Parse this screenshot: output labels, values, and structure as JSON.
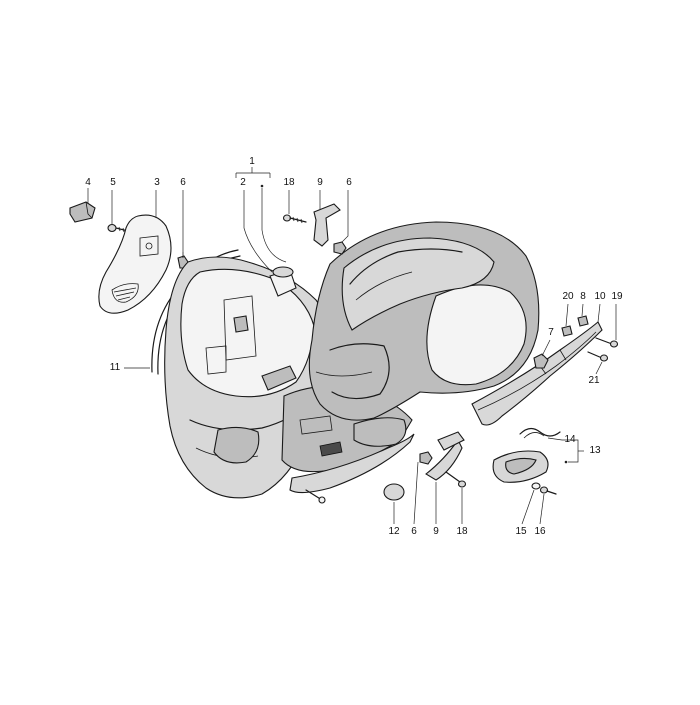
{
  "diagram": {
    "callouts": [
      {
        "id": "c1",
        "label": "1"
      },
      {
        "id": "c2",
        "label": "2"
      },
      {
        "id": "c3",
        "label": "3"
      },
      {
        "id": "c4",
        "label": "4"
      },
      {
        "id": "c5",
        "label": "5"
      },
      {
        "id": "c6a",
        "label": "6"
      },
      {
        "id": "c18a",
        "label": "18"
      },
      {
        "id": "c9a",
        "label": "9"
      },
      {
        "id": "c6b",
        "label": "6"
      },
      {
        "id": "c20",
        "label": "20"
      },
      {
        "id": "c8",
        "label": "8"
      },
      {
        "id": "c10",
        "label": "10"
      },
      {
        "id": "c19",
        "label": "19"
      },
      {
        "id": "c7",
        "label": "7"
      },
      {
        "id": "c21",
        "label": "21"
      },
      {
        "id": "c11",
        "label": "11"
      },
      {
        "id": "c14",
        "label": "14"
      },
      {
        "id": "c13",
        "label": "13"
      },
      {
        "id": "c12",
        "label": "12"
      },
      {
        "id": "c6c",
        "label": "6"
      },
      {
        "id": "c9b",
        "label": "9"
      },
      {
        "id": "c18b",
        "label": "18"
      },
      {
        "id": "c15",
        "label": "15"
      },
      {
        "id": "c16",
        "label": "16"
      }
    ]
  }
}
